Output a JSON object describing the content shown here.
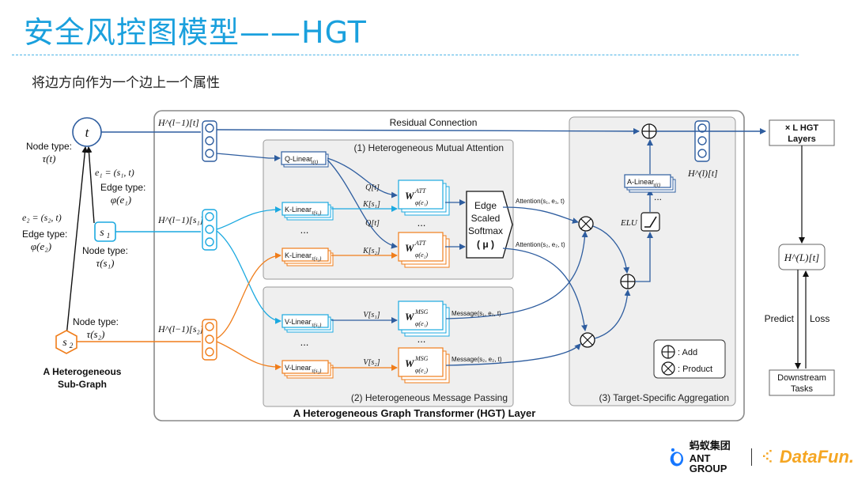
{
  "header": {
    "title": "安全风控图模型——HGT",
    "subtitle": "将边方向作为一个边上一个属性"
  },
  "subgraph": {
    "t_node": "t",
    "s1_node": "s",
    "s1_sub": "1",
    "s2_node": "s",
    "s2_sub": "2",
    "node_type_t": "Node type:",
    "node_type_t_val": "τ(t)",
    "e1": "e₁ = (s₁, t)",
    "edge_type_e1": "Edge type:",
    "edge_type_e1_val": "φ(e₁)",
    "e2": "e₂ = (s₂, t)",
    "edge_type_e2": "Edge type:",
    "edge_type_e2_val": "φ(e₂)",
    "node_type_s1": "Node type:",
    "node_type_s1_val": "τ(s₁)",
    "node_type_s2": "Node type:",
    "node_type_s2_val": "τ(s₂)",
    "caption_line1": "A Heterogeneous",
    "caption_line2": "Sub-Graph"
  },
  "layer": {
    "h_t": "H^(l−1)[t]",
    "h_s1": "H^(l−1)[s₁]",
    "h_s2": "H^(l−1)[s₂]",
    "residual": "Residual Connection",
    "caption": "A Heterogeneous Graph Transformer (HGT) Layer",
    "attention_title": "(1) Heterogeneous Mutual Attention",
    "message_title": "(2) Heterogeneous Message Passing",
    "aggregation_title": "(3) Target-Specific Aggregation",
    "q_linear": "Q-Linear",
    "q_linear_sub": "τ(t)",
    "k_linear_1": "K-Linear",
    "k_linear_1_sub": "τ(s₁)",
    "k_linear_2": "K-Linear",
    "k_linear_2_sub": "τ(s₂)",
    "v_linear_1": "V-Linear",
    "v_linear_1_sub": "τ(s₁)",
    "v_linear_2": "V-Linear",
    "v_linear_2_sub": "τ(s₂)",
    "a_linear": "A-Linear",
    "a_linear_sub": "τ(t)",
    "q_t_1": "Q[t]",
    "k_s1": "K[s₁]",
    "q_t_2": "Q[t]",
    "k_s2": "K[s₂]",
    "v_s1": "V[s₁]",
    "v_s2": "V[s₂]",
    "w_att_1": "W",
    "w_att_1_sup": "ATT",
    "w_att_1_sub": "φ(e₁)",
    "w_att_2": "W",
    "w_att_2_sup": "ATT",
    "w_att_2_sub": "φ(e₂)",
    "w_msg_1": "W",
    "w_msg_1_sup": "MSG",
    "w_msg_1_sub": "φ(e₁)",
    "w_msg_2": "W",
    "w_msg_2_sup": "MSG",
    "w_msg_2_sub": "φ(e₂)",
    "dots": "...",
    "softmax_1": "Edge",
    "softmax_2": "Scaled",
    "softmax_3": "Softmax",
    "softmax_4": "( μ )",
    "attention_s1": "Attention(s₁, e₁, t)",
    "attention_s2": "Attention(s₂, e₂, t)",
    "message_s1": "Message(s₁, e₁, t)",
    "message_s2": "Message(s₂, e₂, t)",
    "elu": "ELU",
    "h_l_t": "H^(l)[t]",
    "legend_add": ": Add",
    "legend_product": ": Product"
  },
  "right_panel": {
    "layers_line1": "× L HGT",
    "layers_line2": "Layers",
    "h_L_t": "H^(L)[t]",
    "predict": "Predict",
    "loss": "Loss",
    "downstream_line1": "Downstream",
    "downstream_line2": "Tasks"
  },
  "footer": {
    "ant_cn": "蚂蚁集团",
    "ant_en": "ANT GROUP",
    "datafun": "DataFun."
  },
  "colors": {
    "title": "#1aa0dd",
    "blue": "#2e5d9f",
    "cyan": "#1ba9e0",
    "orange": "#f07d1a",
    "panel_fill": "#efefef",
    "panel_stroke": "#9a9a9a"
  }
}
